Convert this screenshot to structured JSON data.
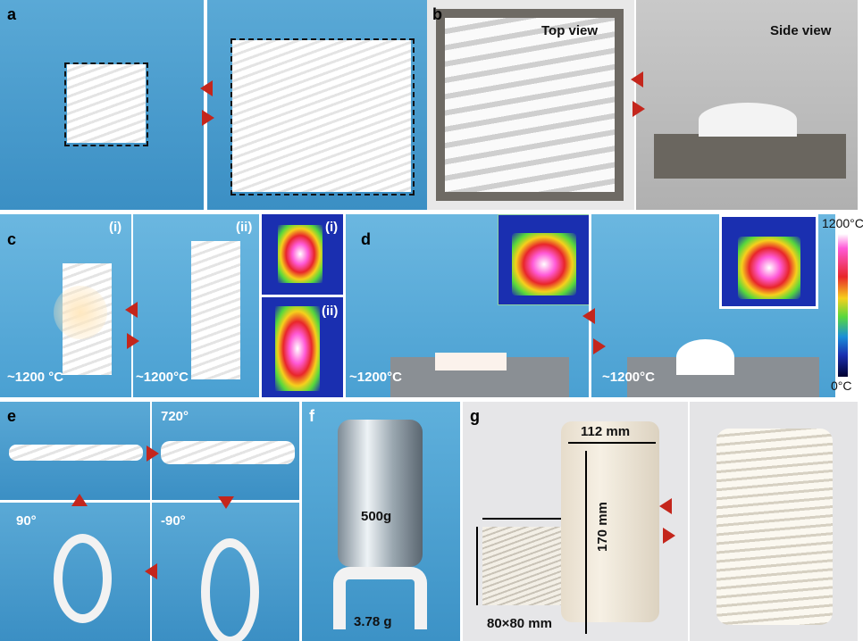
{
  "panels": {
    "a": {
      "label": "a"
    },
    "b": {
      "label": "b",
      "top_view": "Top view",
      "side_view": "Side view"
    },
    "c": {
      "label": "c",
      "sub_i": "(i)",
      "sub_ii": "(ii)",
      "temp_i": "~1200 °C",
      "temp_ii": "~1200°C",
      "thermal_i": "(i)",
      "thermal_ii": "(ii)"
    },
    "d": {
      "label": "d",
      "temp_left": "~1200°C",
      "temp_right": "~1200°C"
    },
    "colorbar": {
      "max": "1200°C",
      "min": "0°C"
    },
    "e": {
      "label": "e",
      "angle_720": "720°",
      "angle_90": "90°",
      "angle_neg90": "-90°"
    },
    "f": {
      "label": "f",
      "weight": "500g",
      "mass": "3.78 g"
    },
    "g": {
      "label": "g",
      "diameter": "112 mm",
      "height": "170 mm",
      "square": "80×80 mm"
    }
  },
  "colors": {
    "arrow": "#c4261c",
    "background_blue": "#4aa0d2"
  }
}
